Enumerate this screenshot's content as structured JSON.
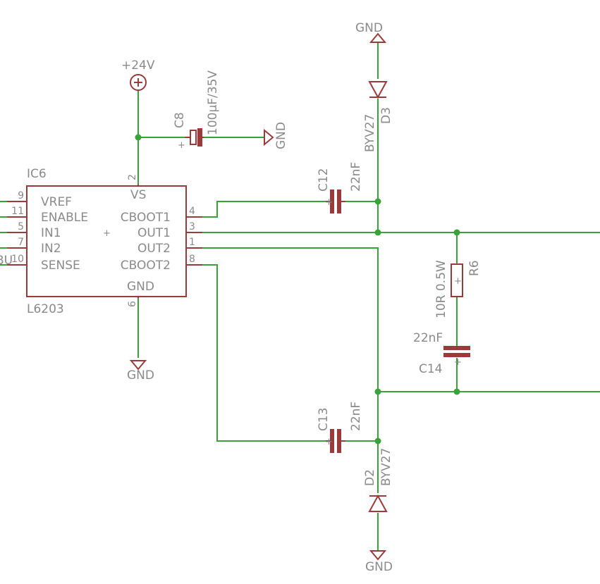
{
  "power": {
    "vcc": "+24V",
    "gnd": "GND"
  },
  "ic": {
    "name": "IC6",
    "value": "L6203",
    "left_pins": [
      {
        "num": "9",
        "label": "VREF"
      },
      {
        "num": "11",
        "label": "ENABLE"
      },
      {
        "num": "5",
        "label": "IN1"
      },
      {
        "num": "7",
        "label": "IN2"
      },
      {
        "num": "10",
        "label": "SENSE"
      }
    ],
    "right_pins": [
      {
        "num": "4",
        "label": "CBOOT1"
      },
      {
        "num": "3",
        "label": "OUT1"
      },
      {
        "num": "1",
        "label": "OUT2"
      },
      {
        "num": "8",
        "label": "CBOOT2"
      }
    ],
    "top_pin": {
      "num": "2",
      "label": "VS"
    },
    "bottom_pin": {
      "num": "6",
      "label": "GND"
    },
    "net_fragment": "BU"
  },
  "components": {
    "c8": {
      "name": "C8",
      "value": "100µF/35V"
    },
    "c12": {
      "name": "C12",
      "value": "22nF"
    },
    "c13": {
      "name": "C13",
      "value": "22nF"
    },
    "c14": {
      "name": "C14",
      "value": "22nF"
    },
    "d2": {
      "name": "D2",
      "value": "BYV27"
    },
    "d3": {
      "name": "D3",
      "value": "BYV27"
    },
    "r6": {
      "name": "R6",
      "value": "10R 0.5W"
    }
  },
  "marks": {
    "plus": "+"
  }
}
